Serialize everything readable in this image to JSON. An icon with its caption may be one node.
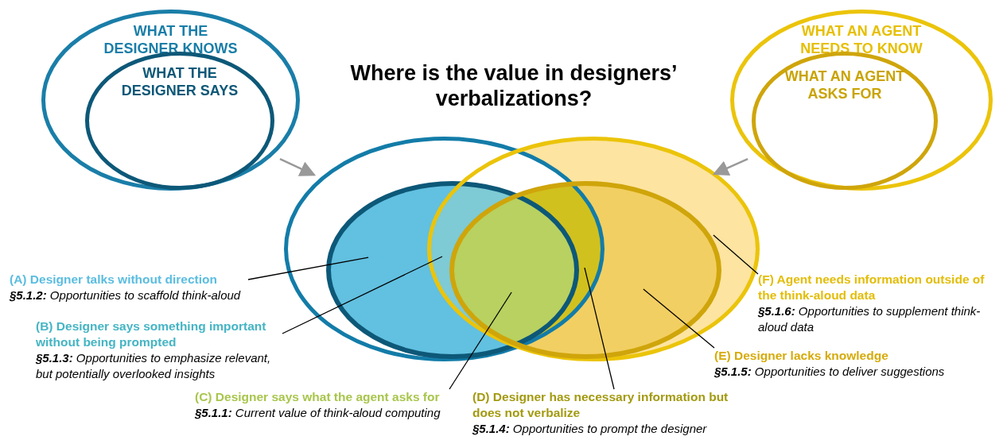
{
  "diagram": {
    "title": "Where is the value in designers’ verbalizations?",
    "nodes": [
      {
        "text": [
          "WHAT THE DESIGNER KNOWS"
        ]
      },
      {
        "text": [
          "WHAT THE DESIGNER SAYS"
        ],
        "in": 0
      },
      {
        "text": [
          "WHAT AN AGENT NEEDS TO KNOW"
        ]
      },
      {
        "text": [
          "WHAT AN AGENT ASKS FOR"
        ],
        "in": 2
      },
      {
        "text": [],
        "shape": "ellipse"
      },
      {
        "text": [],
        "shape": "ellipse",
        "in": 4
      },
      {
        "text": [],
        "shape": "ellipse"
      },
      {
        "text": [],
        "shape": "ellipse",
        "in": 6
      },
      {
        "text": [
          "(A) Designer talks without direction",
          "**§5.1.2:** Opportunities to scaffold think-aloud"
        ]
      },
      {
        "text": [
          "(B) Designer says something important without being prompted",
          "**§5.1.3:** Opportunities to emphasize relevant, but potentially overlooked insights"
        ]
      },
      {
        "text": [
          "(C) Designer says what the agent asks for",
          "**§5.1.1:** Current value of think-aloud computing"
        ]
      },
      {
        "text": [
          "(D) Designer has necessary information but does not verbalize",
          "**§5.1.4:** Opportunities to prompt the designer"
        ]
      },
      {
        "text": [
          "(E) Designer lacks knowledge",
          "**§5.1.5:** Opportunities to deliver suggestions"
        ]
      },
      {
        "text": [
          "(F) Agent needs information outside of the think-aloud data",
          "**§5.1.6:** Opportunities to supplement think-aloud data"
        ]
      }
    ],
    "edges": [
      {
        "from": 0,
        "to": 4,
        "arrow": "to",
        "color": "#999999"
      },
      {
        "from": 2,
        "to": 6,
        "arrow": "to",
        "color": "#999999"
      },
      {
        "from": 8,
        "to": 5,
        "arrow": "none"
      },
      {
        "from": 9,
        "to": 5,
        "arrow": "none"
      },
      {
        "from": 10,
        "to": 5,
        "arrow": "none"
      },
      {
        "from": 11,
        "to": 7,
        "arrow": "none"
      },
      {
        "from": 12,
        "to": 7,
        "arrow": "none"
      },
      {
        "from": 13,
        "to": 6,
        "arrow": "none"
      }
    ]
  }
}
